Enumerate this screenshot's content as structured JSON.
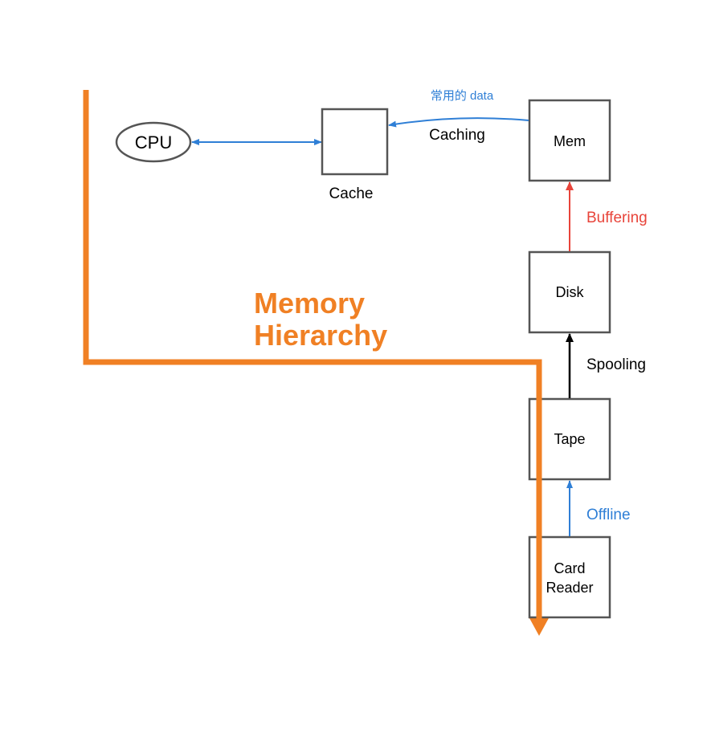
{
  "nodes": {
    "cpu": "CPU",
    "cache": "Cache",
    "mem": "Mem",
    "disk": "Disk",
    "tape": "Tape",
    "card_reader_line1": "Card",
    "card_reader_line2": "Reader"
  },
  "edges": {
    "caching": "Caching",
    "caching_note": "常用的 data",
    "buffering": "Buffering",
    "spooling": "Spooling",
    "offline": "Offline"
  },
  "hierarchy": {
    "line1": "Memory",
    "line2": "Hierarchy"
  },
  "colors": {
    "box_stroke": "#555555",
    "blue": "#2f7fd6",
    "red": "#e8443a",
    "orange": "#f08024",
    "black": "#000000"
  }
}
